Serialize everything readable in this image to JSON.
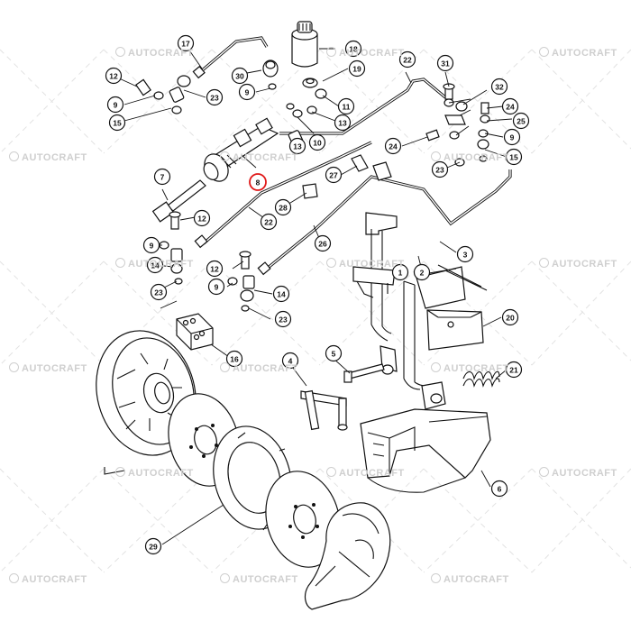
{
  "watermark": {
    "text": "AUTOCRAFT"
  },
  "highlight_color": "#e01818",
  "callouts": {
    "c1": "1",
    "c2": "2",
    "c3": "3",
    "c4": "4",
    "c5": "5",
    "c6": "6",
    "c7": "7",
    "c8": "8",
    "c9a": "9",
    "c9b": "9",
    "c9c": "9",
    "c9d": "9",
    "c9e": "9",
    "c10": "10",
    "c11": "11",
    "c12a": "12",
    "c12b": "12",
    "c12c": "12",
    "c13a": "13",
    "c13b": "13",
    "c14a": "14",
    "c14b": "14",
    "c15a": "15",
    "c15b": "15",
    "c16": "16",
    "c17": "17",
    "c18": "18",
    "c19": "19",
    "c20": "20",
    "c21": "21",
    "c22a": "22",
    "c22b": "22",
    "c23a": "23",
    "c23b": "23",
    "c23c": "23",
    "c23d": "23",
    "c24a": "24",
    "c24b": "24",
    "c25": "25",
    "c26": "26",
    "c27": "27",
    "c28": "28",
    "c29": "29",
    "c30": "30",
    "c31": "31",
    "c32": "32"
  }
}
